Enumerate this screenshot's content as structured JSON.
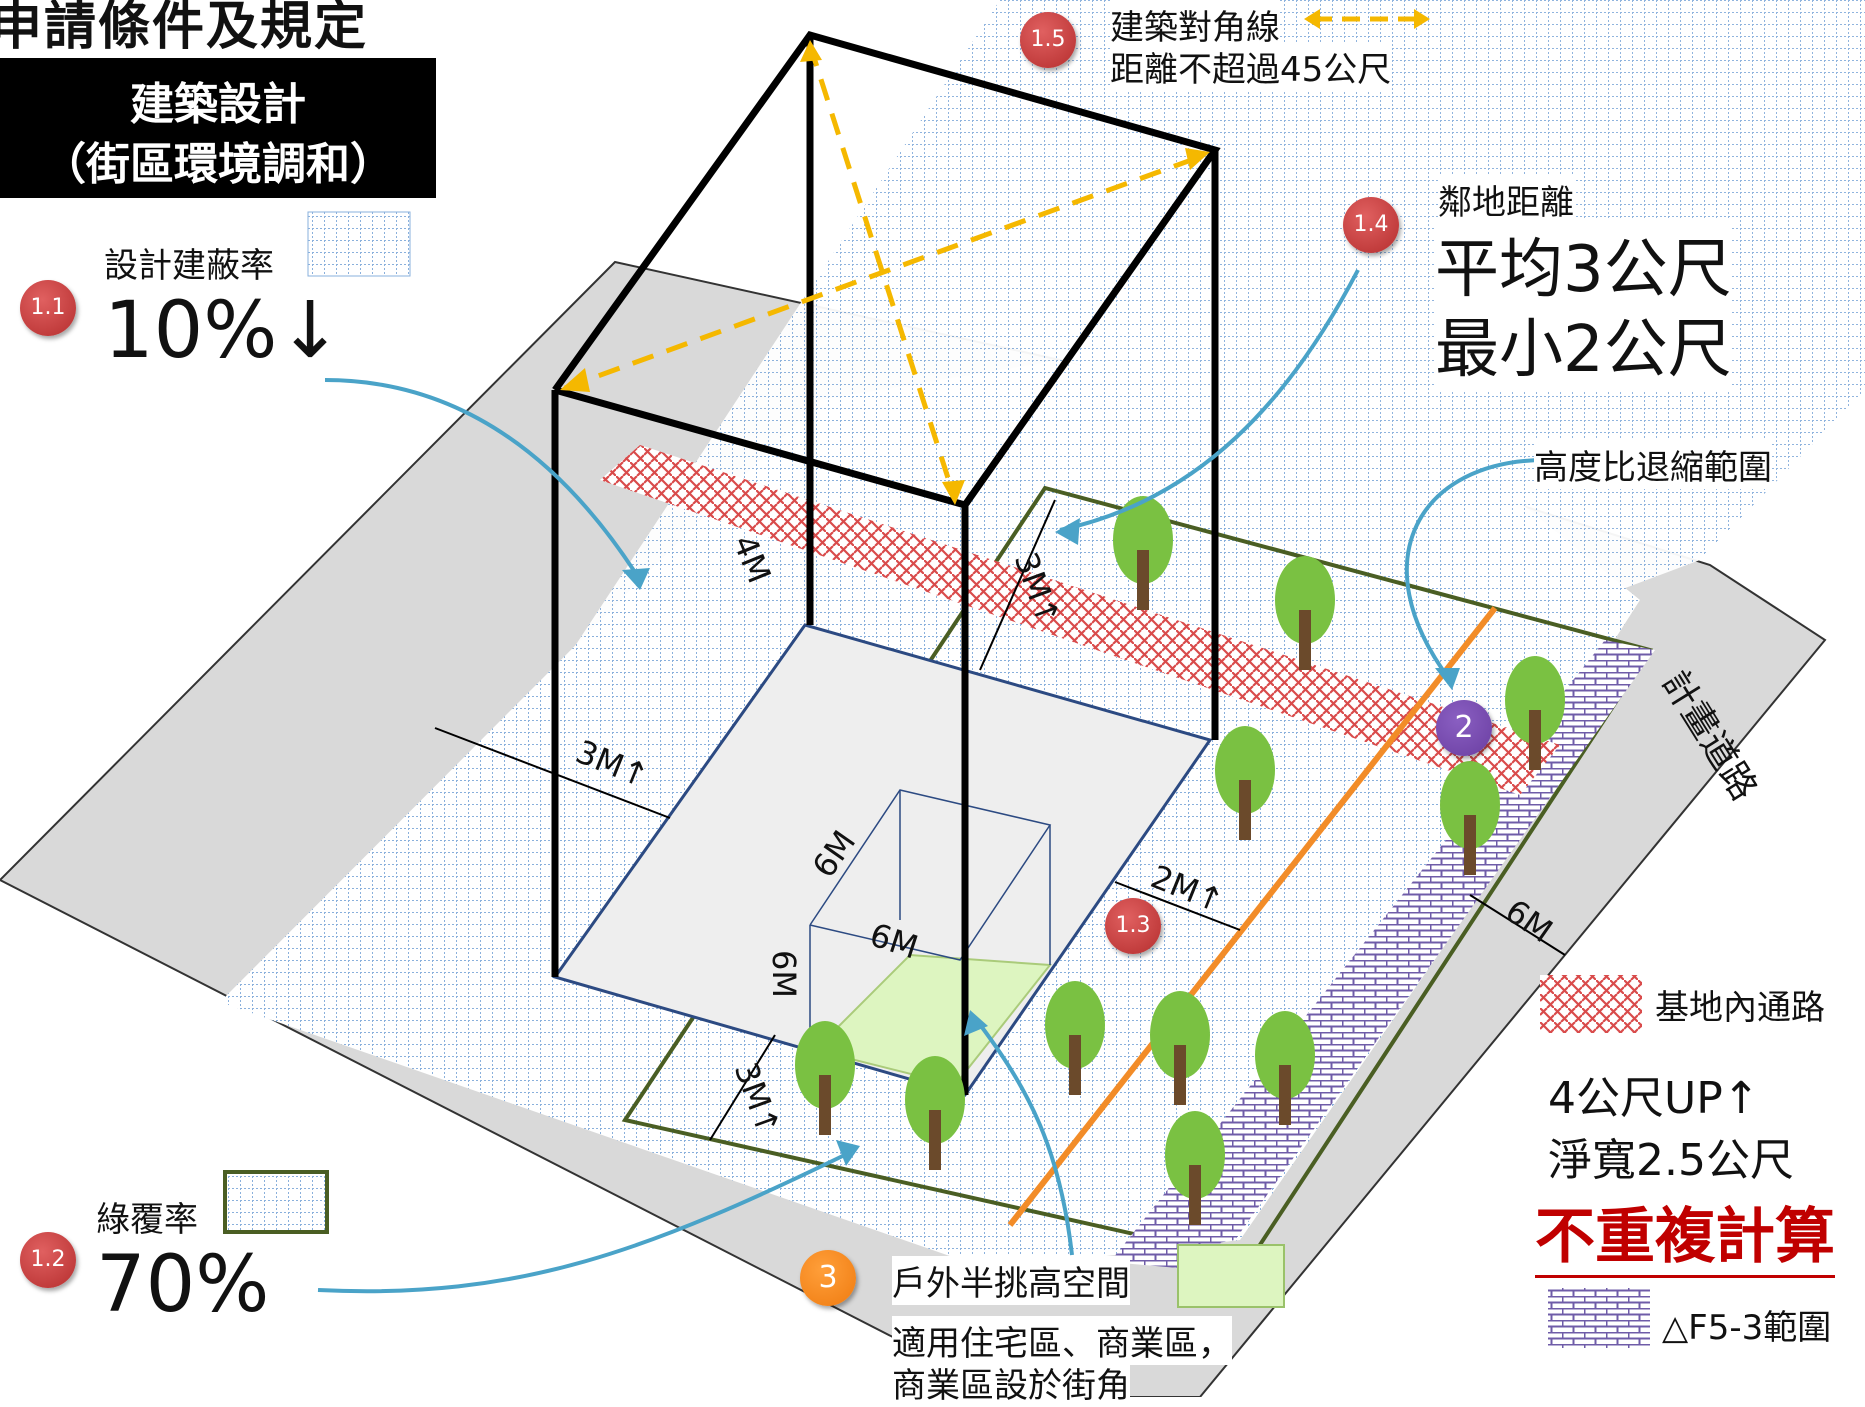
{
  "header": {
    "title": "申請條件及規定",
    "box_line1": "建築設計",
    "box_line2": "（街區環境調和）"
  },
  "items": {
    "coverage": {
      "badge": "1.1",
      "label": "設計建蔽率",
      "value": "10%↓"
    },
    "green": {
      "badge": "1.2",
      "label": "綠覆率",
      "value": "70%"
    },
    "setback": {
      "badge": "1.3"
    },
    "neighbor": {
      "badge": "1.4",
      "label": "鄰地距離",
      "line1": "平均3公尺",
      "line2": "最小2公尺"
    },
    "diagonal": {
      "badge": "1.5",
      "line1": "建築對角線",
      "line2": "距離不超過45公尺"
    },
    "height_ratio": {
      "badge": "2",
      "label": "高度比退縮範圍"
    },
    "outdoor": {
      "badge": "3",
      "label": "戶外半挑高空間",
      "line1": "適用住宅區、商業區，",
      "line2": "商業區設於街角"
    }
  },
  "legend": {
    "internal_road": "基地內通路",
    "road_note1": "4公尺UP↑",
    "road_note2": "淨寬2.5公尺",
    "road_note3": "不重複計算",
    "f5_range": "△F5-3範圍"
  },
  "dimensions": {
    "d_4m": "4M",
    "d_3m_top": "3M↑",
    "d_3m_left": "3M↑",
    "d_3m_bottom": "3M↑",
    "d_2m": "2M↑",
    "d_6m_road": "6M",
    "d_6m_a": "6M",
    "d_6m_b": "6M",
    "d_6m_c": "6M"
  },
  "road_label": "計畫道路",
  "colors": {
    "grid_line": "#8ab0dc",
    "frame": "#000000",
    "diagonal": "#f5b800",
    "arrow": "#4aa3c8",
    "green_border": "#4a5e23",
    "orange_line": "#f28c28",
    "base_blue": "#2c4a82",
    "light_green": "#ddf5c0",
    "red_pattern": "#d94b4b",
    "purple_pattern": "#6f5ca8",
    "road_gray": "#d9d9d9"
  }
}
